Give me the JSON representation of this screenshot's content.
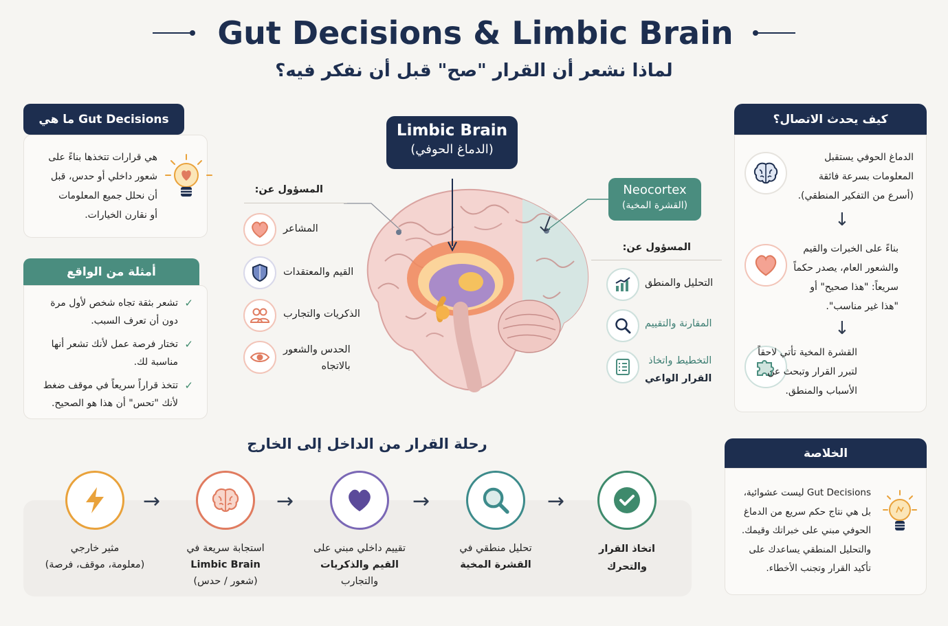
{
  "title": "Gut Decisions & Limbic Brain",
  "subtitle": "لماذا نشعر أن القرار \"صح\" قبل أن نفكر فيه؟",
  "what_is": {
    "header": "ما هي Gut Decisions",
    "lines": [
      "هي قرارات تتخذها بناءً على",
      "شعور داخلي أو حدس، قبل",
      "أن نحلل جميع المعلومات",
      "أو نقارن الخيارات."
    ]
  },
  "examples": {
    "header": "أمثلة من الواقع",
    "items": [
      {
        "line1": "تشعر بثقة تجاه شخص لأول مرة",
        "line2": "دون أن تعرف السبب."
      },
      {
        "line1": "تختار فرصة عمل لأنك تشعر أنها",
        "line2": "مناسبة لك."
      },
      {
        "line1": "تتخذ قراراً سريعاً في موقف ضغط",
        "line2": "لأنك \"تحس\" أن هذا هو الصحيح."
      }
    ]
  },
  "limbic": {
    "title": "Limbic Brain",
    "subtitle": "(الدماغ الحوفي)"
  },
  "neocortex": {
    "title": "Neocortex",
    "subtitle": "(القشرة المخية)"
  },
  "limbic_resp": {
    "header": "المسؤول عن:",
    "items": [
      {
        "icon": "heart-icon",
        "label": "المشاعر"
      },
      {
        "icon": "shield-icon",
        "label": "القيم والمعتقدات"
      },
      {
        "icon": "people-icon",
        "label": "الذكريات والتجارب"
      },
      {
        "icon": "eye-icon",
        "label": "الحدس والشعور",
        "label2": "بالاتجاه"
      }
    ]
  },
  "neo_resp": {
    "header": "المسؤول عن:",
    "items": [
      {
        "icon": "chart-icon",
        "label": "التحليل والمنطق"
      },
      {
        "icon": "magnifier-icon",
        "label": "المقارنة والتقييم"
      },
      {
        "icon": "checklist-icon",
        "label": "التخطيط واتخاذ",
        "label2": "القرار الواعي"
      }
    ]
  },
  "connection": {
    "header": "كيف يحدث الاتصال؟",
    "steps": [
      {
        "icon": "brain-icon",
        "lines": [
          "الدماغ الحوفي يستقبل",
          "المعلومات بسرعة فائقة",
          "(أسرع من التفكير المنطقي)."
        ]
      },
      {
        "icon": "heart-icon",
        "lines": [
          "بناءً على الخبرات والقيم",
          "والشعور العام، يصدر حكماً",
          "سريعاً: \"هذا صحيح\" أو",
          "\"هذا غير مناسب\"."
        ]
      },
      {
        "icon": "puzzle-icon",
        "lines": [
          "القشرة المخية تأتي لاحقاً",
          "لتبرر القرار وتبحث عن",
          "الأسباب والمنطق."
        ]
      }
    ]
  },
  "journey": {
    "title": "رحلة القرار من الداخل إلى الخارج",
    "steps": [
      {
        "icon": "bolt-icon",
        "color": "#e9a23b",
        "l1": "مثير خارجي",
        "l2": "(معلومة، موقف، فرصة)",
        "l3": ""
      },
      {
        "icon": "brain-icon",
        "color": "#e07b5f",
        "l1": "استجابة سريعة في",
        "l2": "Limbic Brain",
        "l3": "(شعور / حدس)"
      },
      {
        "icon": "heart-icon",
        "color": "#7a67b5",
        "l1": "تقييم داخلي مبني على",
        "l2": "القيم والذكريات",
        "l3": "والتجارب"
      },
      {
        "icon": "magnifier-icon",
        "color": "#3d8b8b",
        "l1": "تحليل منطقي في",
        "l2": "القشرة المخية",
        "l3": ""
      },
      {
        "icon": "check-icon",
        "color": "#3e8a6c",
        "l1": "اتخاذ القرار",
        "l2": "والتحرك",
        "l3": ""
      }
    ]
  },
  "summary": {
    "header": "الخلاصة",
    "lines": [
      "Gut Decisions ليست عشوائية،",
      "بل هي نتاج حكم سريع من الدماغ",
      "الحوفي مبني على خبراتك وقيمك.",
      "والتحليل المنطقي يساعدك على",
      "تأكيد القرار وتجنب الأخطاء."
    ]
  }
}
